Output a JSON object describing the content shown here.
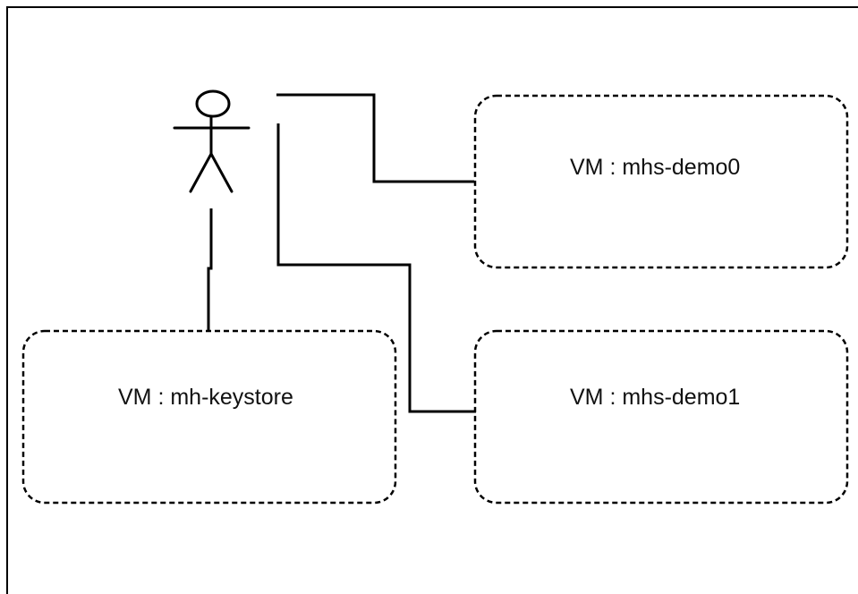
{
  "diagram": {
    "nodes": {
      "demo0": {
        "label": "VM : mhs-demo0"
      },
      "demo1": {
        "label": "VM : mhs-demo1"
      },
      "keystore": {
        "label": "VM : mh-keystore"
      }
    },
    "actor": {
      "icon": "person-icon"
    },
    "colors": {
      "line": "#000000",
      "text": "#111111",
      "background": "#ffffff"
    }
  }
}
